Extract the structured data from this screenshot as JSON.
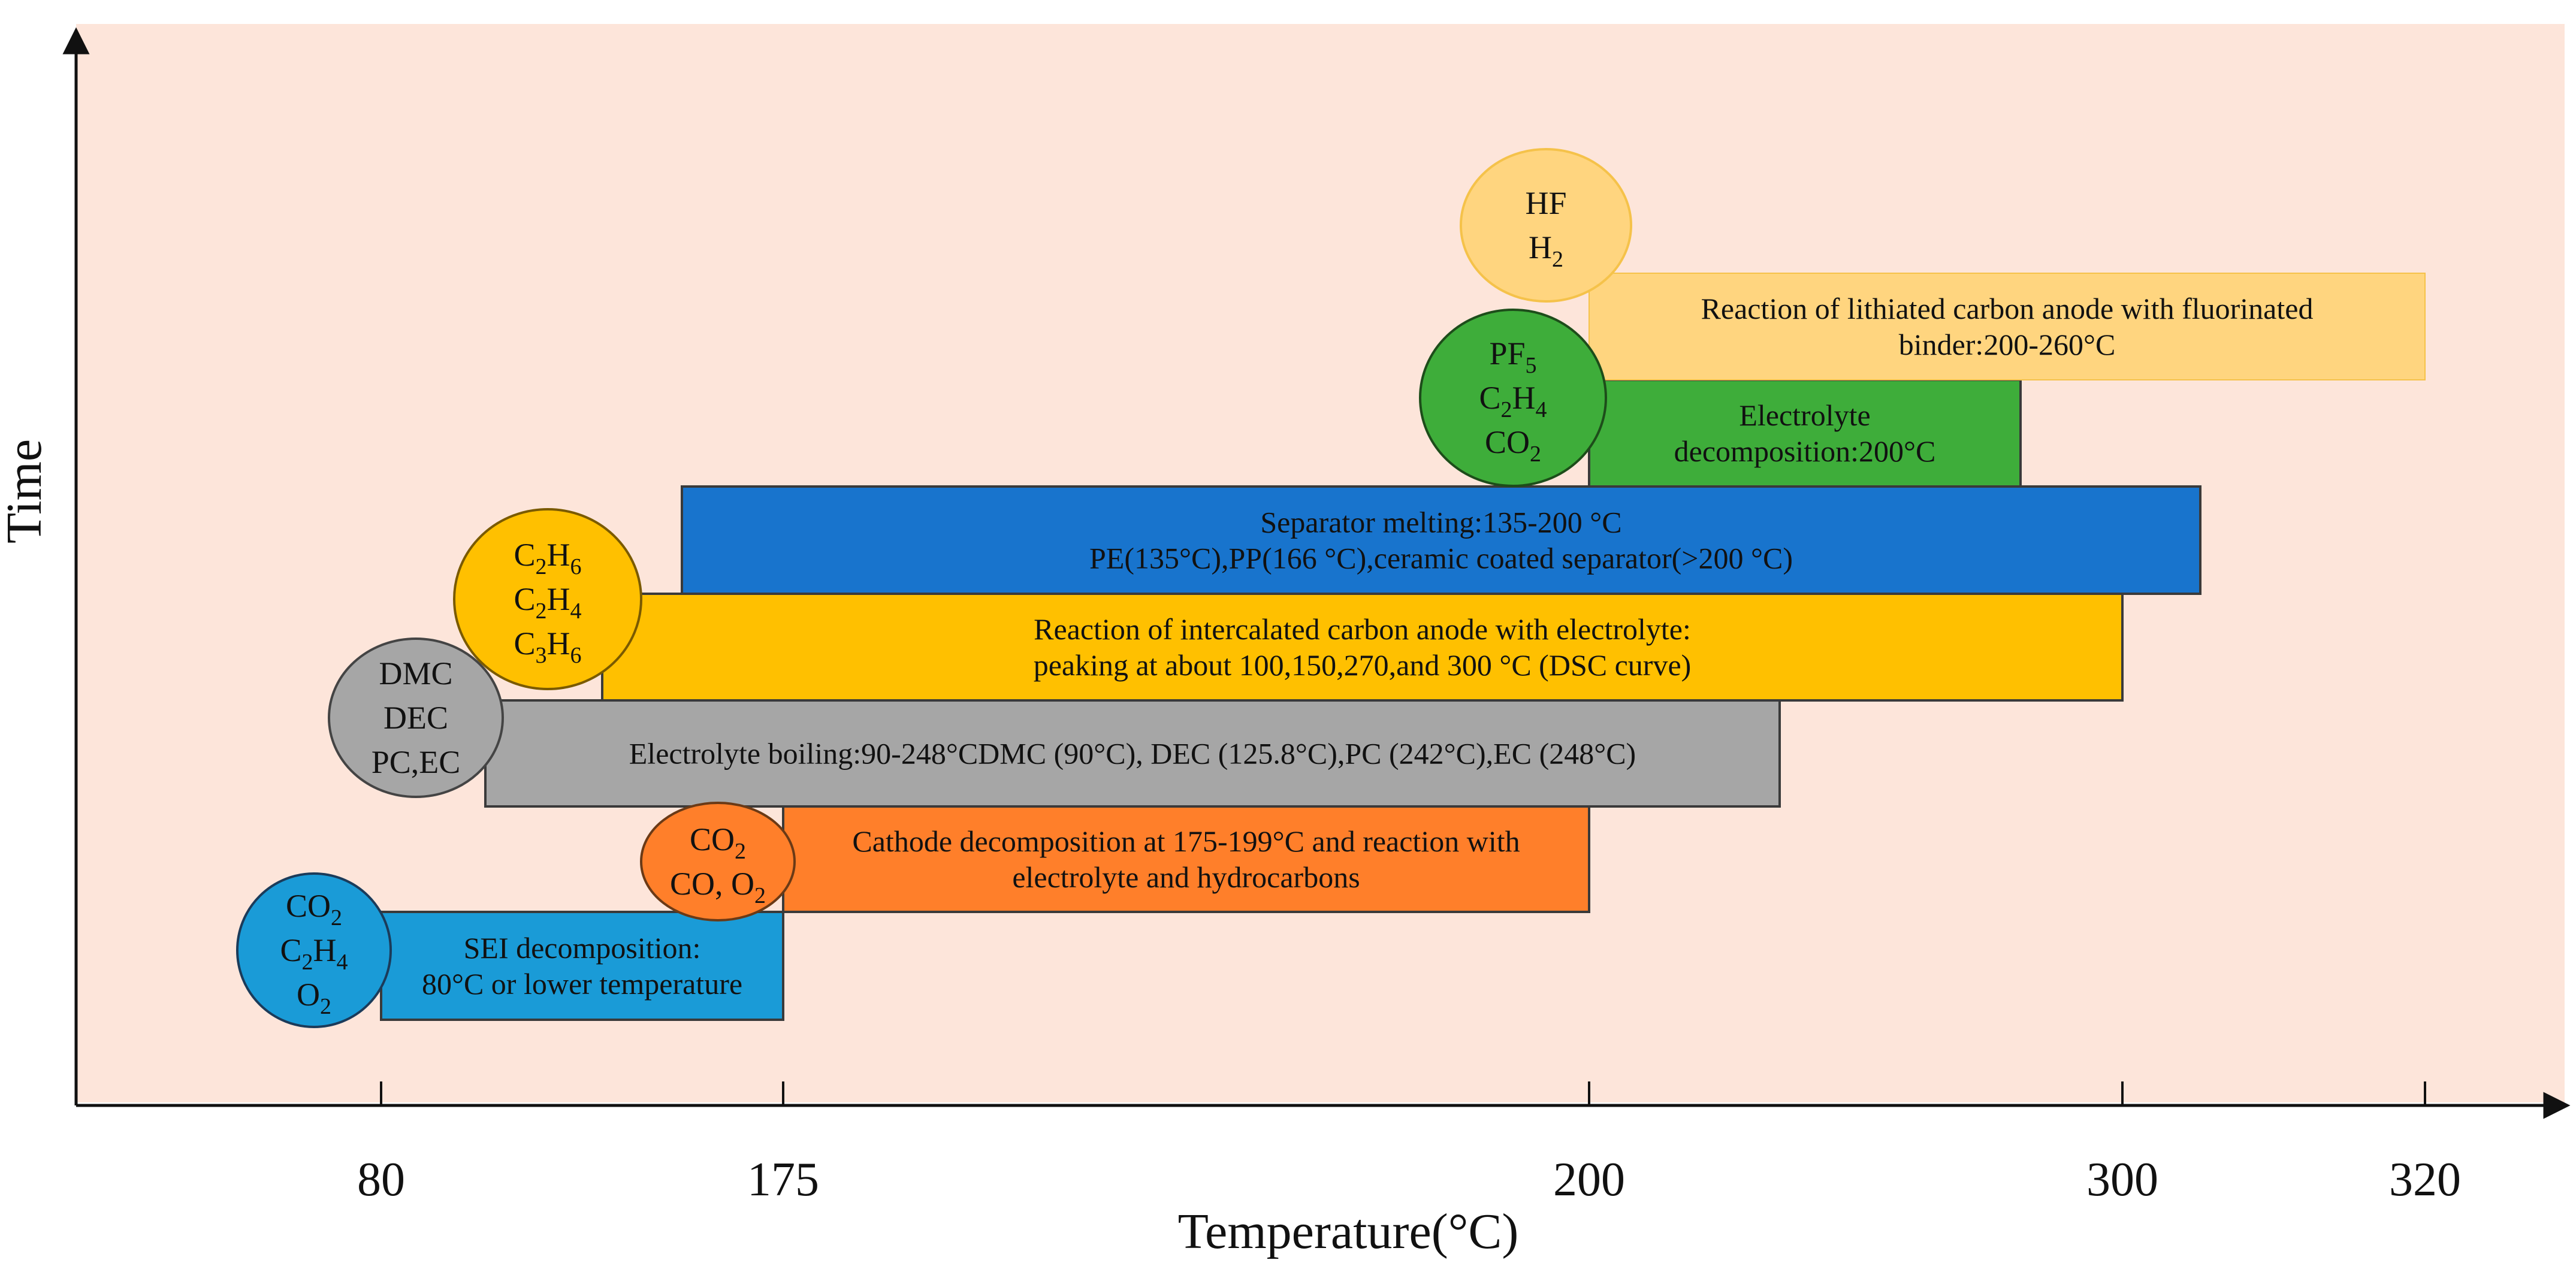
{
  "axes": {
    "y_label": "Time",
    "x_label": "Temperature(°C)",
    "x_ticks": [
      "80",
      "175",
      "200",
      "300",
      "320"
    ]
  },
  "colors": {
    "background": "#FDE5DA",
    "axis": "#111111",
    "sei": "#1A9BD7",
    "cathode": "#FF7F2A",
    "boiling": "#A6A6A6",
    "intercalated": "#FFC000",
    "separator": "#1874CD",
    "electrolyte_decomp": "#3EAD3A",
    "fluorinated_binder": "#FFD57F"
  },
  "bars": [
    {
      "id": "sei",
      "lines": [
        "SEI decomposition:",
        "80°C or lower temperature"
      ]
    },
    {
      "id": "cathode",
      "lines": [
        "Cathode decomposition at 175-199°C and reaction with",
        "electrolyte and hydrocarbons"
      ]
    },
    {
      "id": "boiling",
      "lines": [
        "Electrolyte boiling:90-248°CDMC (90°C), DEC (125.8°C),PC (242°C),EC (248°C)"
      ]
    },
    {
      "id": "intercalated",
      "lines": [
        "Reaction of intercalated carbon anode with electrolyte:",
        "peaking at about 100,150,270,and 300 °C (DSC curve)"
      ]
    },
    {
      "id": "separator",
      "lines": [
        "Separator melting:135-200 °C",
        "PE(135°C),PP(166 °C),ceramic coated separator(>200 °C)"
      ]
    },
    {
      "id": "electrolyte_decomp",
      "lines": [
        "Electrolyte",
        "decomposition:200°C"
      ]
    },
    {
      "id": "fluorinated_binder",
      "lines": [
        "Reaction of lithiated carbon anode with fluorinated",
        "binder:200-260°C"
      ]
    }
  ],
  "gases": [
    {
      "id": "sei",
      "lines": [
        "CO2",
        "C2H4",
        "O2"
      ]
    },
    {
      "id": "cathode",
      "lines": [
        "CO2",
        "CO, O2"
      ]
    },
    {
      "id": "boiling",
      "lines": [
        "DMC",
        "DEC",
        "PC,EC"
      ]
    },
    {
      "id": "intercalated",
      "lines": [
        "C2H6",
        "C2H4",
        "C3H6"
      ]
    },
    {
      "id": "electrolyte_decomp",
      "lines": [
        "PF5",
        "C2H4",
        "CO2"
      ]
    },
    {
      "id": "fluorinated_binder",
      "lines": [
        "HF",
        "H2"
      ]
    }
  ]
}
